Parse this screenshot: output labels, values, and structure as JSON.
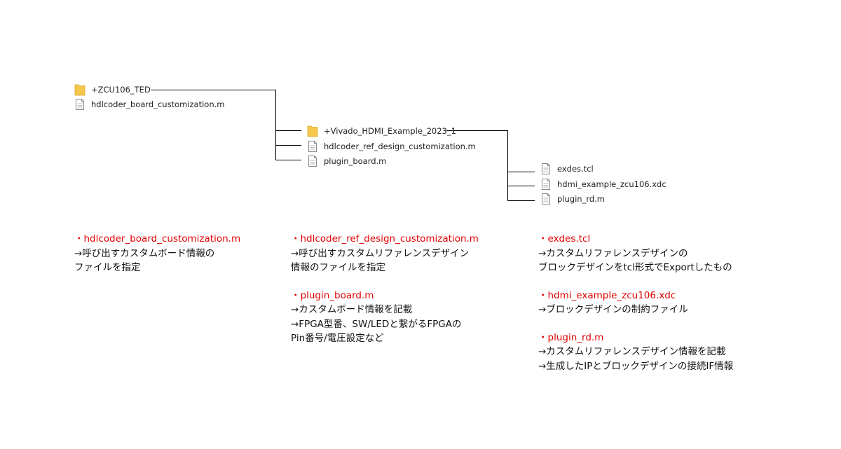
{
  "colors": {
    "accent_red": "#e10000",
    "folder": "#f5c74a",
    "line": "#000000"
  },
  "tree": {
    "root_folder": {
      "name": "+ZCU106_TED",
      "icon": "folder-icon"
    },
    "root_file": {
      "name": "hdlcoder_board_customization.m",
      "icon": "file-icon"
    },
    "mid_folder": {
      "name": "+Vivado_HDMI_Example_2023_1",
      "icon": "folder-icon"
    },
    "mid_files": [
      {
        "name": "hdlcoder_ref_design_customization.m",
        "icon": "file-icon"
      },
      {
        "name": "plugin_board.m",
        "icon": "file-icon"
      }
    ],
    "leaf_files": [
      {
        "name": "exdes.tcl",
        "icon": "file-icon"
      },
      {
        "name": "hdmi_example_zcu106.xdc",
        "icon": "file-icon"
      },
      {
        "name": "plugin_rd.m",
        "icon": "file-icon"
      }
    ]
  },
  "descriptions": {
    "col1": [
      {
        "title": "・hdlcoder_board_customization.m",
        "lines": [
          "→呼び出すカスタムボード情報の",
          "ファイルを指定"
        ]
      }
    ],
    "col2": [
      {
        "title": "・hdlcoder_ref_design_customization.m",
        "lines": [
          "→呼び出すカスタムリファレンスデザイン",
          "情報のファイルを指定"
        ]
      },
      {
        "title": "・plugin_board.m",
        "lines": [
          "→カスタムボード情報を記載",
          "→FPGA型番、SW/LEDと繋がるFPGAの",
          "Pin番号/電圧設定など"
        ]
      }
    ],
    "col3": [
      {
        "title": "・exdes.tcl",
        "lines": [
          "→カスタムリファレンスデザインの",
          "ブロックデザインをtcl形式でExportしたもの"
        ]
      },
      {
        "title": "・hdmi_example_zcu106.xdc",
        "lines": [
          "→ブロックデザインの制約ファイル"
        ]
      },
      {
        "title": "・plugin_rd.m",
        "lines": [
          "→カスタムリファレンスデザイン情報を記載",
          "→生成したIPとブロックデザインの接続IF情報"
        ]
      }
    ]
  }
}
